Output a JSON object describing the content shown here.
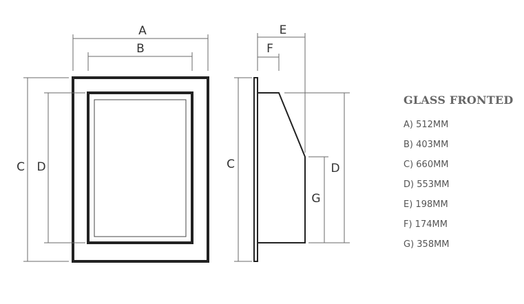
{
  "labels": {
    "front": {
      "a": "A",
      "b": "B",
      "c": "C",
      "d": "D"
    },
    "side": {
      "e": "E",
      "f": "F",
      "c": "C",
      "d": "D",
      "g": "G"
    }
  },
  "spec": {
    "title": "GLASS FRONTED",
    "items": [
      "A) 512MM",
      "B) 403MM",
      "C) 660MM",
      "D) 553MM",
      "E) 198MM",
      "F) 174MM",
      "G) 358MM"
    ]
  }
}
